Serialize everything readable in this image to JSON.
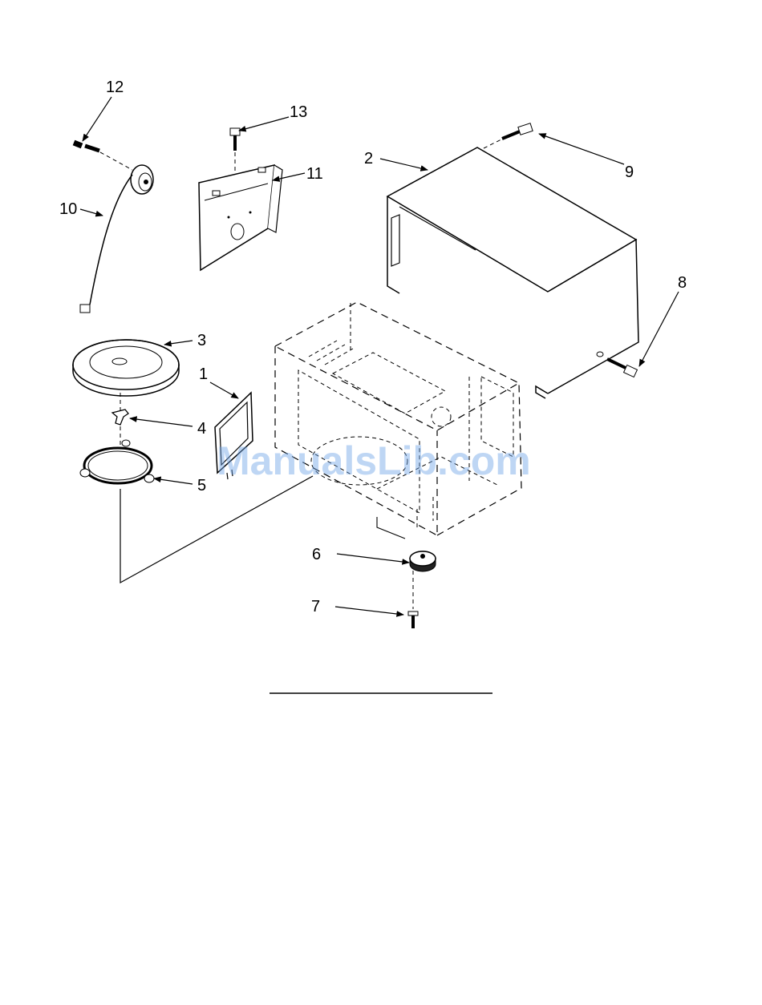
{
  "diagram": {
    "watermark": "ManualsLib.com",
    "callouts": [
      {
        "id": "1",
        "label": "1"
      },
      {
        "id": "2",
        "label": "2"
      },
      {
        "id": "3",
        "label": "3"
      },
      {
        "id": "4",
        "label": "4"
      },
      {
        "id": "5",
        "label": "5"
      },
      {
        "id": "6",
        "label": "6"
      },
      {
        "id": "7",
        "label": "7"
      },
      {
        "id": "8",
        "label": "8"
      },
      {
        "id": "9",
        "label": "9"
      },
      {
        "id": "10",
        "label": "10"
      },
      {
        "id": "11",
        "label": "11"
      },
      {
        "id": "12",
        "label": "12"
      },
      {
        "id": "13",
        "label": "13"
      }
    ]
  }
}
